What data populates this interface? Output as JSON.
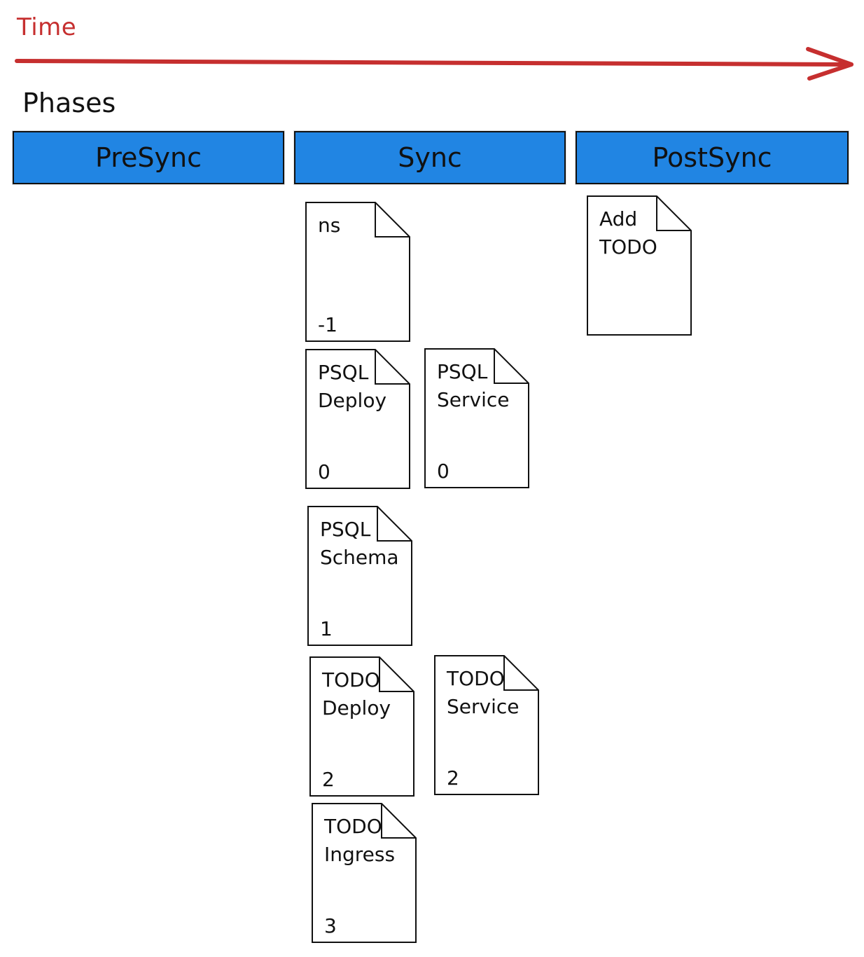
{
  "title": "Time",
  "phases_title": "Phases",
  "colors": {
    "time_arrow": "#c62f2f",
    "phase_fill": "#2185e3",
    "stroke": "#111111",
    "document_fill": "#ffffff"
  },
  "phases": [
    {
      "name": "PreSync"
    },
    {
      "name": "Sync"
    },
    {
      "name": "PostSync"
    }
  ],
  "documents": [
    {
      "name": "ns",
      "wave": "-1",
      "phase": "Sync"
    },
    {
      "name": "PSQL\nDeploy",
      "wave": "0",
      "phase": "Sync"
    },
    {
      "name": "PSQL\nService",
      "wave": "0",
      "phase": "Sync"
    },
    {
      "name": "PSQL\nSchema",
      "wave": "1",
      "phase": "Sync"
    },
    {
      "name": "TODO\nDeploy",
      "wave": "2",
      "phase": "Sync"
    },
    {
      "name": "TODO\nService",
      "wave": "2",
      "phase": "Sync"
    },
    {
      "name": "TODO\nIngress",
      "wave": "3",
      "phase": "Sync"
    },
    {
      "name": "Add\nTODO",
      "wave": "",
      "phase": "PostSync"
    }
  ]
}
